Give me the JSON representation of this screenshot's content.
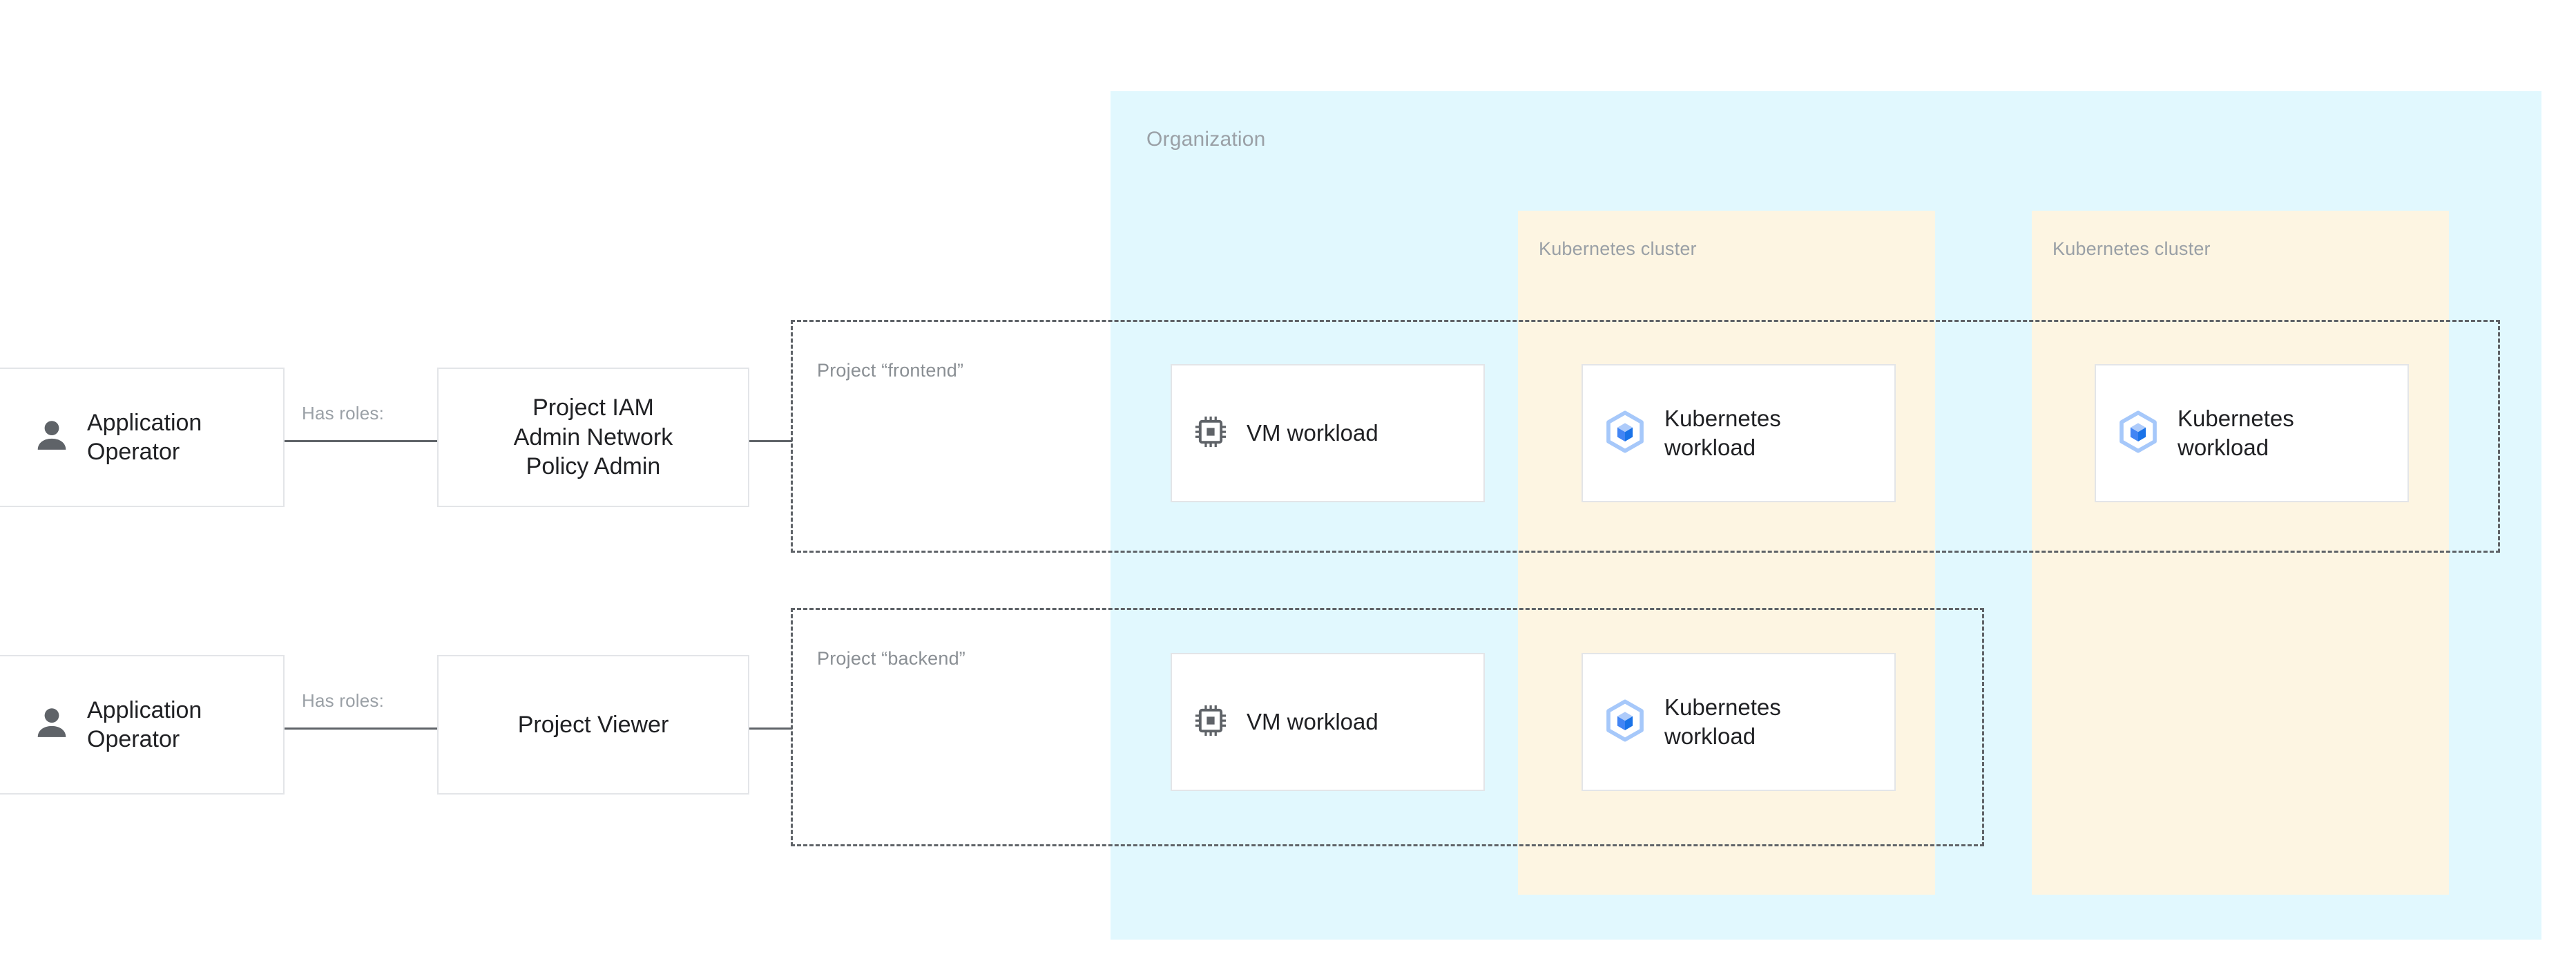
{
  "diagram": {
    "title": "GCP IAM project and cluster workload diagram",
    "colors": {
      "org_background": "#E1F8FE",
      "cluster_background": "#FDF5E2",
      "box_background": "#FFFFFF",
      "box_border": "#E3E5E8",
      "container_label": "#9AA0A6",
      "project_border": "#5F6368",
      "connector": "#5F6368",
      "text": "#202124",
      "person_icon": "#5F6368",
      "vm_icon": "#5F6368",
      "k8s_icon_outer": "#A6C8FA",
      "k8s_icon_top": "#AECBFA",
      "k8s_icon_left": "#4285F4",
      "k8s_icon_right": "#1A73E8"
    }
  },
  "organization": {
    "label": "Organization"
  },
  "clusters": [
    {
      "label": "Kubernetes cluster"
    },
    {
      "label": "Kubernetes cluster"
    }
  ],
  "projects": [
    {
      "label": "Project “frontend”"
    },
    {
      "label": "Project “backend”"
    }
  ],
  "rows": [
    {
      "actor": {
        "label": "Application Operator",
        "icon": "person-icon"
      },
      "edge_label": "Has roles:",
      "role": {
        "label": "Project IAM\nAdmin Network\nPolicy Admin"
      }
    },
    {
      "actor": {
        "label": "Application Operator",
        "icon": "person-icon"
      },
      "edge_label": "Has roles:",
      "role": {
        "label": "Project Viewer"
      }
    }
  ],
  "workloads": [
    {
      "id": "vm-frontend",
      "label": "VM workload",
      "icon": "cpu-chip-icon"
    },
    {
      "id": "k8s-frontend-a",
      "label": "Kubernetes workload",
      "icon": "kubernetes-icon"
    },
    {
      "id": "k8s-frontend-b",
      "label": "Kubernetes workload",
      "icon": "kubernetes-icon"
    },
    {
      "id": "vm-backend",
      "label": "VM workload",
      "icon": "cpu-chip-icon"
    },
    {
      "id": "k8s-backend",
      "label": "Kubernetes workload",
      "icon": "kubernetes-icon"
    }
  ]
}
